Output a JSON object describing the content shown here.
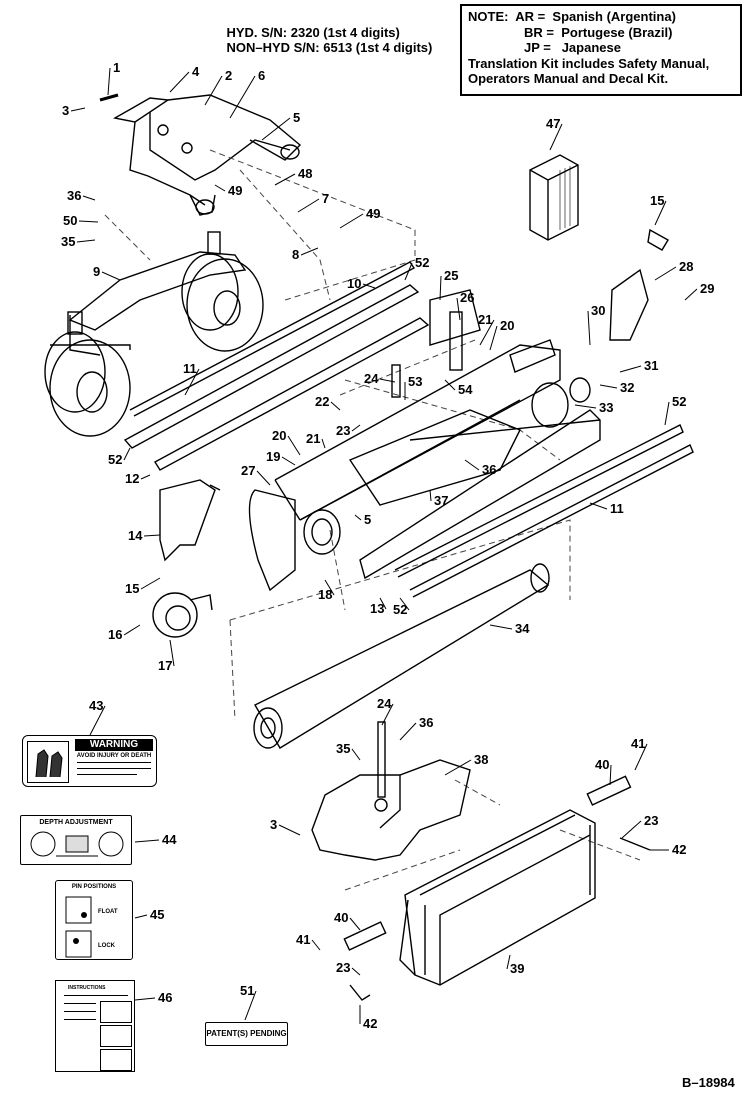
{
  "header": {
    "hyd_sn_label": "HYD. S/N:",
    "hyd_sn_value": "2320 (1st 4 digits)",
    "nonhyd_sn_label": "NON–HYD S/N:",
    "nonhyd_sn_value": "6513 (1st 4 digits)"
  },
  "note": {
    "label": "NOTE:",
    "line1": "AR =  Spanish (Argentina)",
    "line2": "BR =  Portugese (Brazil)",
    "line3": "JP =   Japanese",
    "line4": "Translation Kit includes Safety Manual,",
    "line5": "Operators Manual and Decal Kit."
  },
  "callouts": [
    "1",
    "2",
    "3",
    "4",
    "5",
    "6",
    "7",
    "8",
    "9",
    "10",
    "11",
    "12",
    "13",
    "14",
    "15",
    "16",
    "17",
    "18",
    "19",
    "20",
    "21",
    "22",
    "23",
    "24",
    "25",
    "26",
    "27",
    "28",
    "29",
    "30",
    "31",
    "32",
    "33",
    "34",
    "35",
    "36",
    "37",
    "38",
    "39",
    "40",
    "41",
    "42",
    "43",
    "44",
    "45",
    "46",
    "47",
    "48",
    "49",
    "50",
    "51",
    "52",
    "53",
    "54"
  ],
  "decals": {
    "warning_title": "WARNING",
    "warning_line1": "AVOID INJURY OR DEATH",
    "depth_title": "DEPTH ADJUSTMENT",
    "pin_title": "PIN POSITIONS",
    "pin_float": "FLOAT",
    "pin_lock": "LOCK",
    "manual_title": "INSTRUCTIONS",
    "patent": "PATENT(S) PENDING"
  },
  "figure_id": "B–18984",
  "colors": {
    "line": "#000000",
    "paper": "#ffffff",
    "dash": "#444444"
  }
}
